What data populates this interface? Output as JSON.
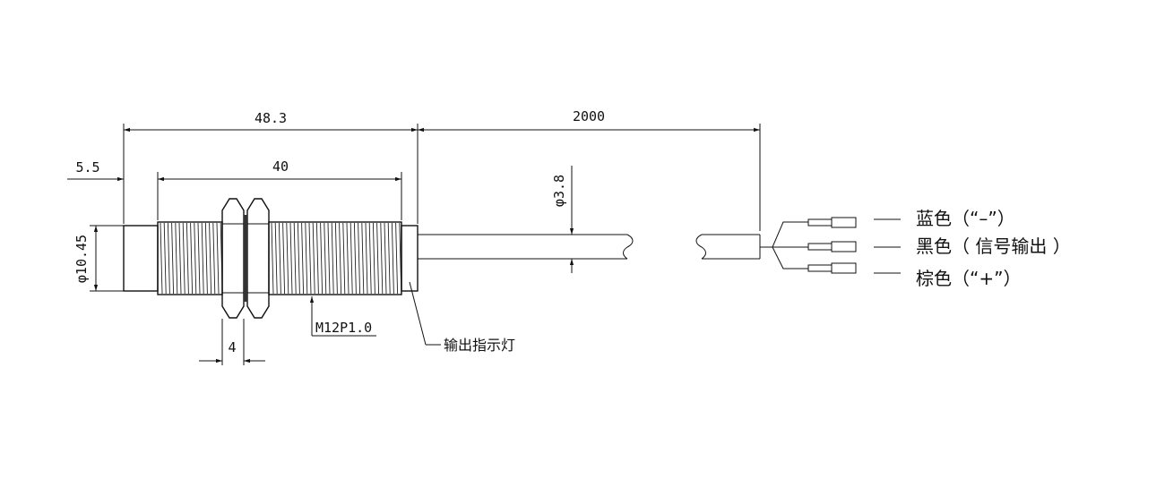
{
  "dimensions": {
    "overall_length": "48.3",
    "cable_length": "2000",
    "front_offset": "5.5",
    "thread_length": "40",
    "body_diameter": "φ10.45",
    "cable_diameter": "φ3.8",
    "nut_thickness": "4",
    "thread_spec": "M12P1.0"
  },
  "annotations": {
    "output_indicator": "输出指示灯"
  },
  "wires": [
    {
      "label": "蓝色（“–”）"
    },
    {
      "label": "黑色（ 信号输出 ）"
    },
    {
      "label": "棕色（“+”）"
    }
  ]
}
